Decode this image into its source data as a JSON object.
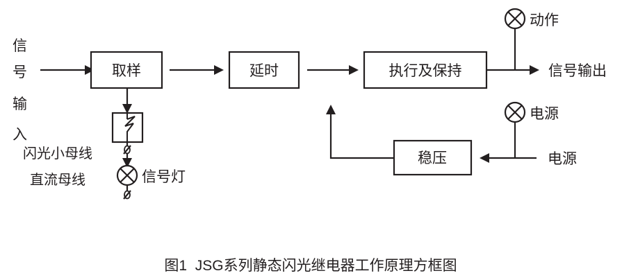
{
  "figure": {
    "caption": "图1  JSG系列静态闪光继电器工作原理方框图",
    "stroke_color": "#231f20",
    "background_color": "#ffffff"
  },
  "blocks": [
    {
      "id": "sampling",
      "label": "取样"
    },
    {
      "id": "delay",
      "label": "延时"
    },
    {
      "id": "execute_hold",
      "label": "执行及保持"
    },
    {
      "id": "regulator",
      "label": "稳压"
    }
  ],
  "input_label": {
    "text": "信号输入",
    "chars": [
      "信",
      "号",
      "输",
      "入"
    ]
  },
  "labels": {
    "flash_bus": "闪光小母线",
    "dc_bus": "直流母线",
    "signal_lamp": "信号灯",
    "action_lamp": "动作",
    "power_lamp": "电源",
    "power_input": "电源",
    "signal_output": "信号输出"
  },
  "symbols": {
    "relay_contact": "normally-open-contact",
    "lamp": "cross-circle-lamp",
    "terminal": "slash-terminal"
  }
}
